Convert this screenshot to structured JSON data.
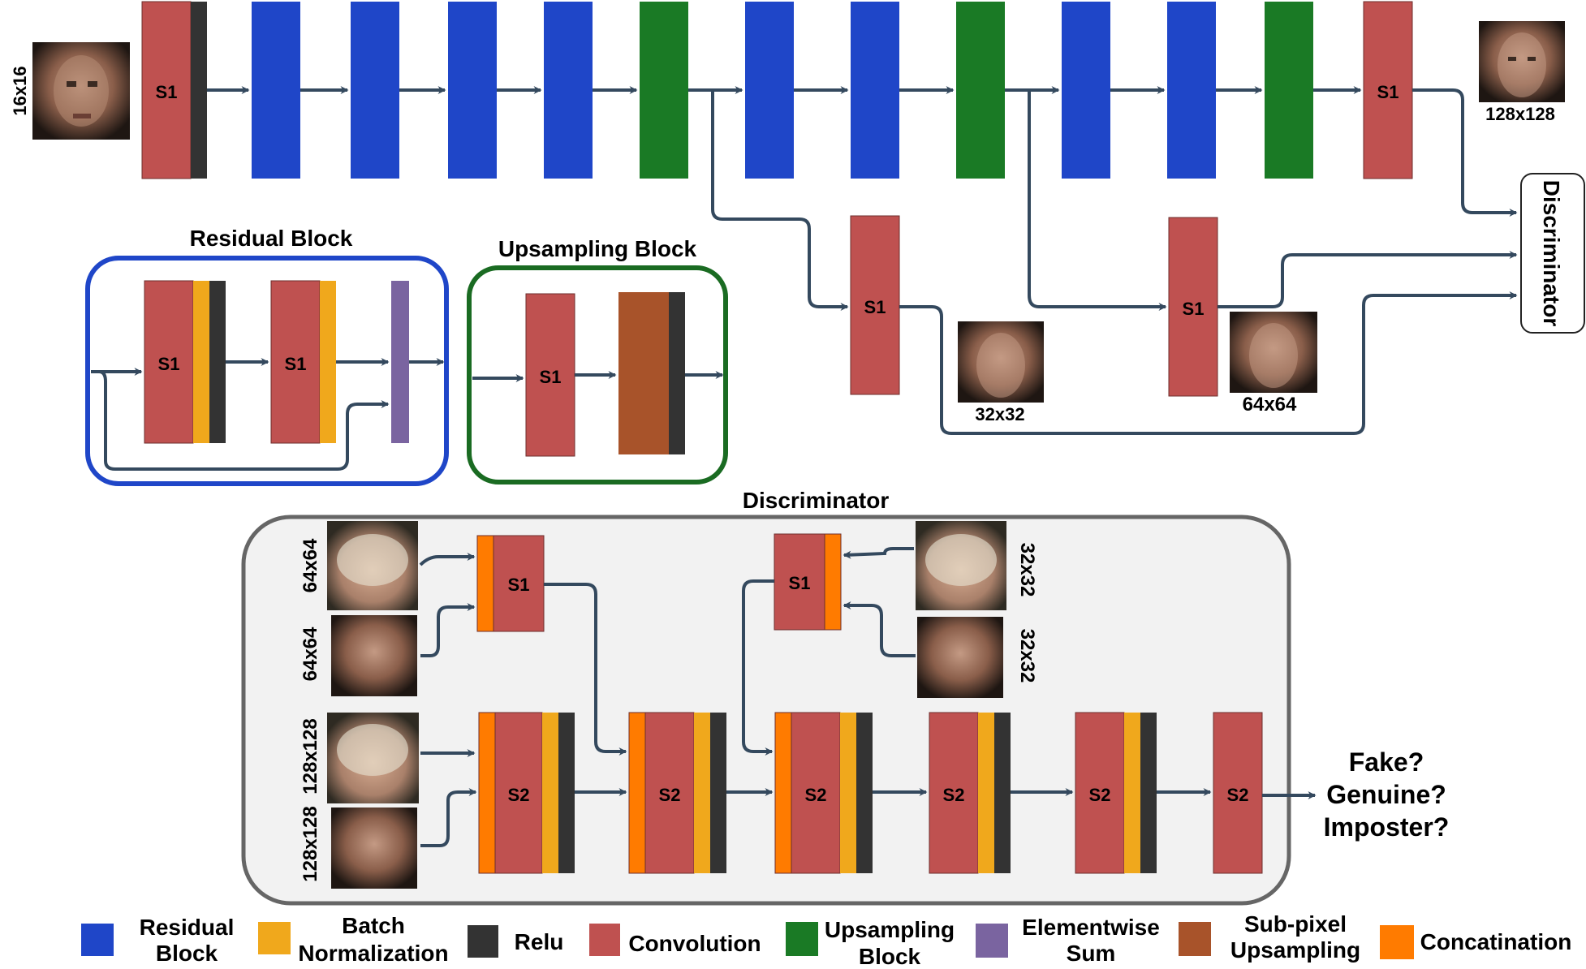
{
  "colors": {
    "residual_block": "#1f46c8",
    "batch_normalization": "#f0a81c",
    "relu": "#333333",
    "convolution": "#bf5150",
    "upsampling_block": "#1a7a25",
    "elementwise_sum": "#7a64a0",
    "sub_pixel_upsampling": "#a8532a",
    "concatenation": "#ff7b00",
    "arrow": "#34495e",
    "residual_frame": "#1f46c8",
    "upsampling_frame": "#1a6b22",
    "discriminator_frame": "#666666",
    "discriminator_fill": "#f2f2f2"
  },
  "generator": {
    "input_size": "16x16",
    "output_size": "128x128",
    "s1": "S1",
    "branch_32_size": "32x32",
    "branch_64_size": "64x64",
    "discriminator_label": "Discriminator"
  },
  "residual_block": {
    "title": "Residual Block",
    "s1": "S1"
  },
  "upsampling_block": {
    "title": "Upsampling Block",
    "s1": "S1"
  },
  "discriminator": {
    "title": "Discriminator",
    "s1": "S1",
    "s2": "S2",
    "size_64": "64x64",
    "size_32": "32x32",
    "size_128": "128x128",
    "outputs": [
      "Fake?",
      "Genuine?",
      "Imposter?"
    ]
  },
  "legend": [
    {
      "color": "#1f46c8",
      "lines": [
        "Residual",
        "Block"
      ]
    },
    {
      "color": "#f0a81c",
      "lines": [
        "Batch",
        "Normalization"
      ]
    },
    {
      "color": "#333333",
      "lines": [
        "Relu"
      ]
    },
    {
      "color": "#bf5150",
      "lines": [
        "Convolution"
      ]
    },
    {
      "color": "#1a7a25",
      "lines": [
        "Upsampling",
        "Block"
      ]
    },
    {
      "color": "#7a64a0",
      "lines": [
        "Elementwise",
        "Sum"
      ]
    },
    {
      "color": "#a8532a",
      "lines": [
        "Sub-pixel",
        "Upsampling"
      ]
    },
    {
      "color": "#ff7b00",
      "lines": [
        "Concatination"
      ]
    }
  ]
}
